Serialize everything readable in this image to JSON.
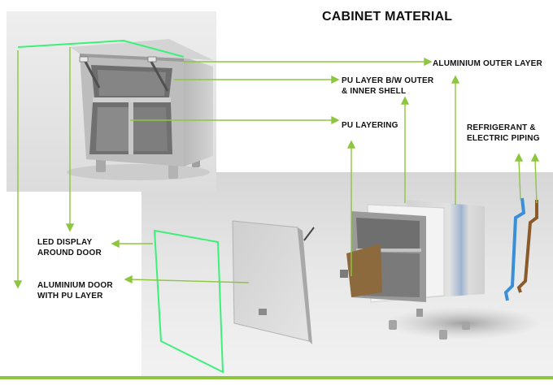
{
  "title": "CABINET MATERIAL",
  "callouts": {
    "aluminium_outer_layer": "ALUMINIUM OUTER LAYER",
    "pu_layer_between": "PU LAYER B/W OUTER\n& INNER SHELL",
    "pu_layering": "PU LAYERING",
    "refrigerant_piping": "REFRIGERANT &\nELECTRIC PIPING",
    "led_display": "LED DISPLAY\nAROUND DOOR",
    "aluminium_door": "ALUMINIUM DOOR\nWITH PU LAYER"
  },
  "colors": {
    "leader_line": "#8dc63f",
    "led_outline": "#3cf07a",
    "refrigerant_pipe": "#3a8fd9",
    "electric_pipe": "#8a5a2b",
    "inner_shell": "#8c6a3e",
    "aluminium": "#d9d9d9",
    "pu_insulation": "#f4f4f4"
  }
}
